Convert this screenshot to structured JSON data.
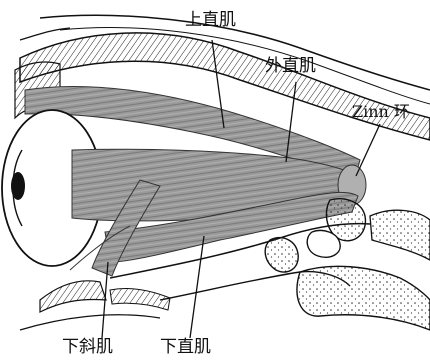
{
  "labels": {
    "superior_rectus": "上直肌",
    "lateral_rectus": "外直肌",
    "annulus_of_zinn": "Zinn 环",
    "inferior_oblique": "下斜肌",
    "inferior_rectus": "下直肌"
  },
  "colors": {
    "ink": "#111111",
    "muscle": "#8f8f8f",
    "background": "#ffffff"
  }
}
